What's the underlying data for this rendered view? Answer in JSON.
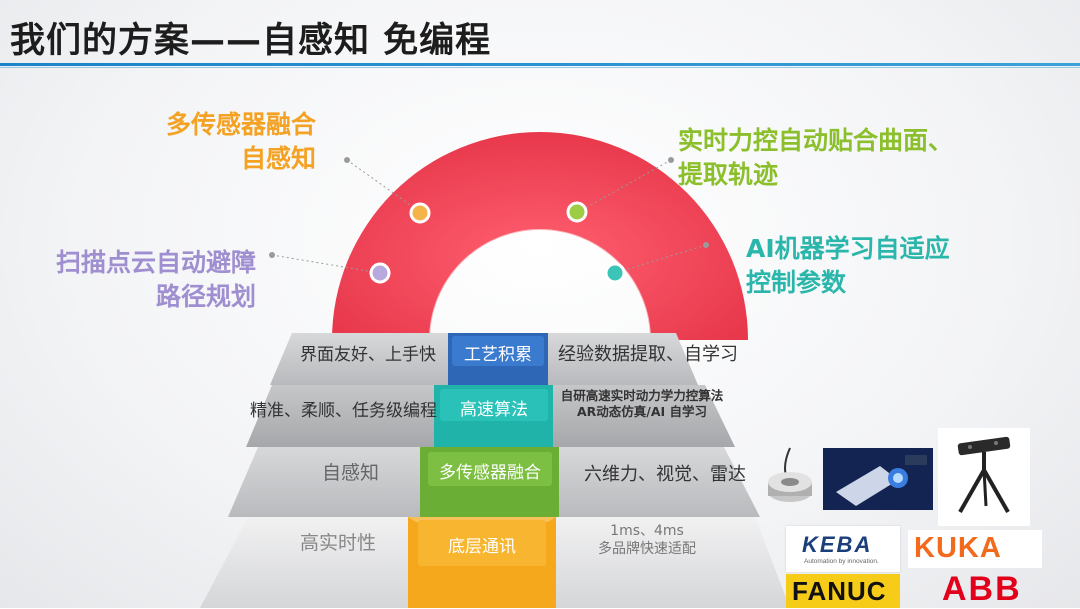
{
  "title": "我们的方案——自感知 免编程",
  "capabilities": {
    "multi_sensor": [
      "多传感器融合",
      "自感知"
    ],
    "force_control": [
      "实时力控自动贴合曲面、",
      "提取轨迹"
    ],
    "obstacle": [
      "扫描点云自动避障",
      "路径规划"
    ],
    "ai": [
      "AI机器学习自适应",
      "控制参数"
    ]
  },
  "steps": [
    {
      "badge": "工艺积累",
      "left": "界面友好、上手快",
      "right": "经验数据提取、自学习"
    },
    {
      "badge": "高速算法",
      "left": "精准、柔顺、任务级编程",
      "right_lines": [
        "自研高速实时动力学力控算法",
        "AR动态仿真/AI 自学习"
      ]
    },
    {
      "badge": "多传感器融合",
      "left": "自感知",
      "right": "六维力、视觉、雷达"
    },
    {
      "badge": "底层通讯",
      "left": "高实时性",
      "right_lines": [
        "1ms、4ms",
        "多品牌快速适配"
      ]
    }
  ],
  "logos": {
    "keba": "KEBA",
    "keba_tagline": "Automation by innovation.",
    "kuka": "KUKA",
    "fanuc": "FANUC",
    "abb": "ABB"
  },
  "colors": {
    "ring": "#ee4458",
    "orange": "#f4a224",
    "green": "#8bbf2c",
    "purple": "#a08fd0",
    "teal": "#2bb6ab",
    "badge_blue": "#2f67b7",
    "badge_teal": "#1fb3aa",
    "badge_green": "#6aae35",
    "badge_orange": "#f5a81c"
  }
}
